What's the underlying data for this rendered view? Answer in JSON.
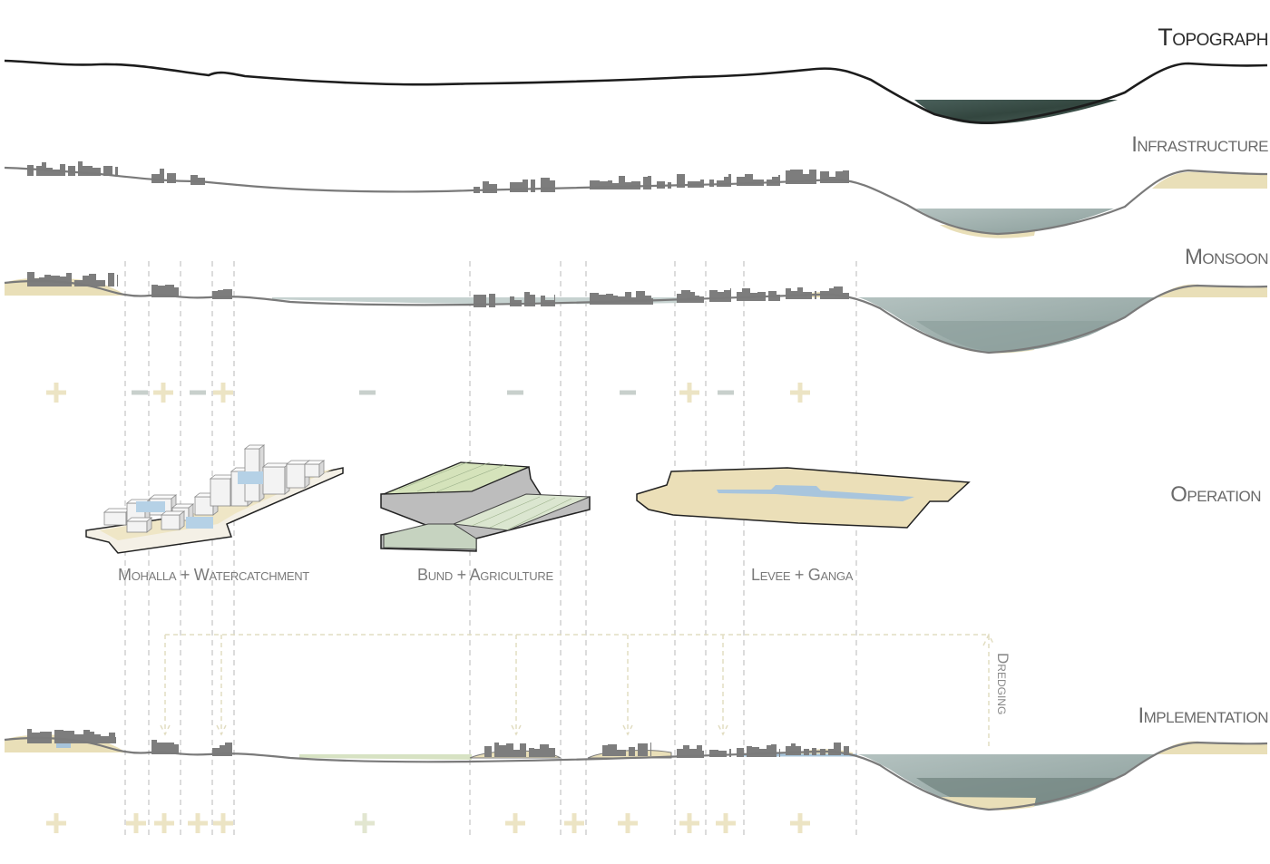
{
  "sections": {
    "topography": "Topograph",
    "infrastructure": "Infrastructure",
    "monsoon": "Monsoon",
    "operation": "Operation",
    "implementation": "Implementation"
  },
  "modules": [
    {
      "key": "mohalla",
      "label": "Mohalla + Watercatchment"
    },
    {
      "key": "bund",
      "label": "Bund + Agriculture"
    },
    {
      "key": "levee",
      "label": "Levee + Ganga"
    }
  ],
  "dredging_label": "Dredging",
  "monsoon_signs": [
    "+",
    "−",
    "+",
    "−",
    "+",
    "−",
    "−",
    "−",
    "+",
    "−",
    "+"
  ],
  "implementation_signs": [
    "+",
    "+",
    "+",
    "+",
    "+",
    "+",
    "+",
    "+",
    "+",
    "+",
    "+",
    "+",
    "+"
  ],
  "colors": {
    "ground_line": "#1c1c1c",
    "section_line": "#7a7a7a",
    "buildings": "#7d7d7d",
    "river_dark": "#3f5450",
    "river_light": "#9fb0ae",
    "sand": "#e9dfb8",
    "agriculture": "#cfe0b4",
    "water": "#a7c4da",
    "plus": "#ece4c4",
    "minus": "#c8d0cc",
    "guide": "#b8b8b8",
    "dredge": "#e2ddc2"
  }
}
